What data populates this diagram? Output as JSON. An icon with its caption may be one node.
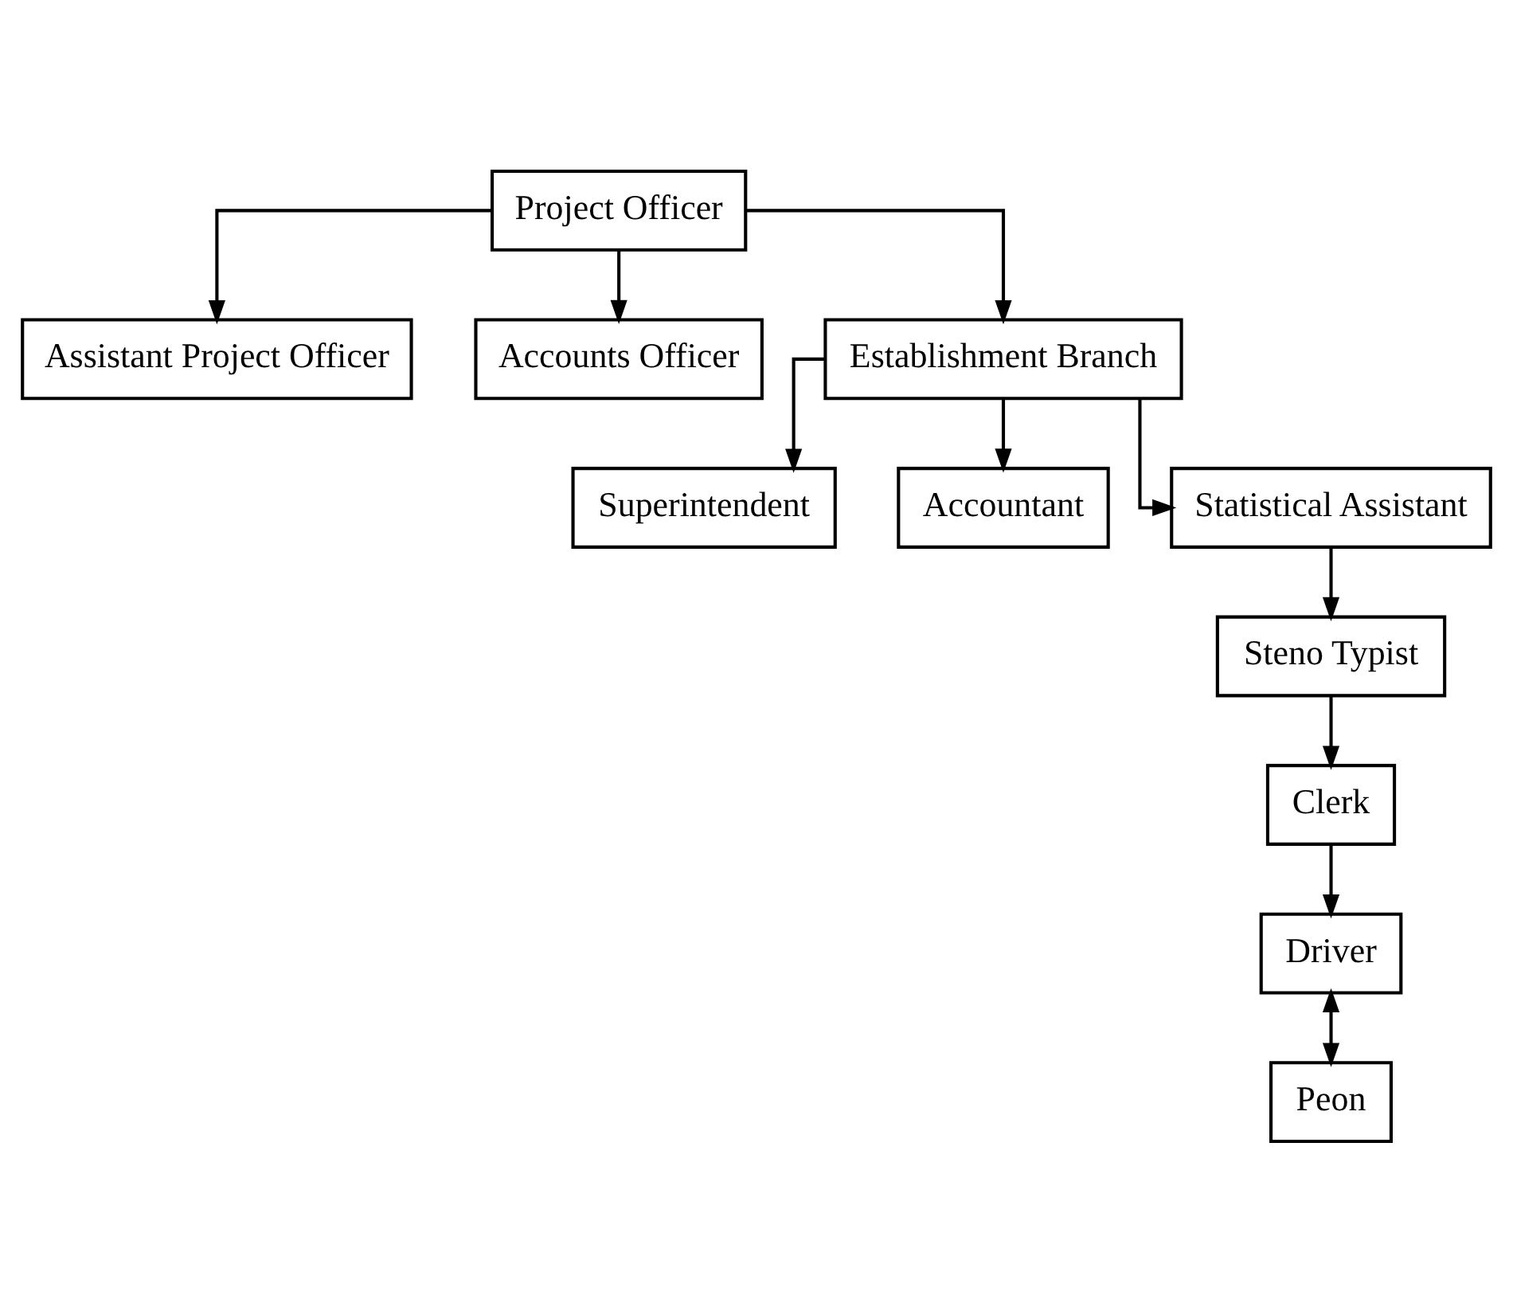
{
  "diagram": {
    "nodes": [
      {
        "text": [
          "Project Officer"
        ]
      },
      {
        "text": [
          "Assistant Project Officer"
        ]
      },
      {
        "text": [
          "Accounts Officer"
        ]
      },
      {
        "text": [
          "Establishment Branch"
        ]
      },
      {
        "text": [
          "Superintendent"
        ]
      },
      {
        "text": [
          "Accountant"
        ]
      },
      {
        "text": [
          "Statistical Assistant"
        ]
      },
      {
        "text": [
          "Steno Typist"
        ]
      },
      {
        "text": [
          "Clerk"
        ]
      },
      {
        "text": [
          "Driver"
        ]
      },
      {
        "text": [
          "Peon"
        ]
      }
    ],
    "edges": [
      {
        "from": 0,
        "to": 1,
        "arrow": "to"
      },
      {
        "from": 0,
        "to": 2,
        "arrow": "to"
      },
      {
        "from": 0,
        "to": 3,
        "arrow": "to"
      },
      {
        "from": 3,
        "to": 4,
        "arrow": "to"
      },
      {
        "from": 3,
        "to": 5,
        "arrow": "to"
      },
      {
        "from": 3,
        "to": 6,
        "arrow": "to"
      },
      {
        "from": 6,
        "to": 7,
        "arrow": "to"
      },
      {
        "from": 7,
        "to": 8,
        "arrow": "to"
      },
      {
        "from": 8,
        "to": 9,
        "arrow": "to"
      },
      {
        "from": 9,
        "to": 10,
        "arrow": "both"
      }
    ]
  }
}
